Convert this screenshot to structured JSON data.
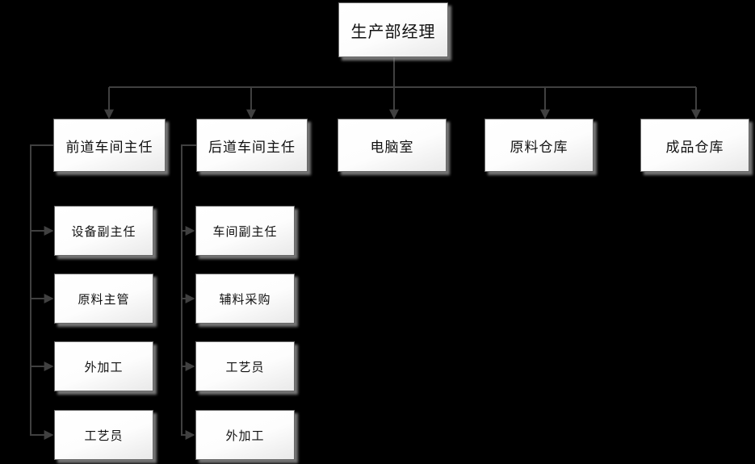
{
  "org": {
    "root": {
      "label": "生产部经理"
    },
    "level2": [
      {
        "label": "前道车间主任",
        "children": [
          "设备副主任",
          "原料主管",
          "外加工",
          "工艺员"
        ]
      },
      {
        "label": "后道车间主任",
        "children": [
          "车间副主任",
          "辅料采购",
          "工艺员",
          "外加工"
        ]
      },
      {
        "label": "电脑室",
        "children": []
      },
      {
        "label": "原料仓库",
        "children": []
      },
      {
        "label": "成品仓库",
        "children": []
      }
    ]
  },
  "colors": {
    "background": "#000000",
    "box_fill_top": "#ffffff",
    "box_fill_bottom": "#e9e9e9",
    "box_border": "#696969",
    "box_shadow": "#969696",
    "connector": "#404040",
    "text": "#111111"
  }
}
